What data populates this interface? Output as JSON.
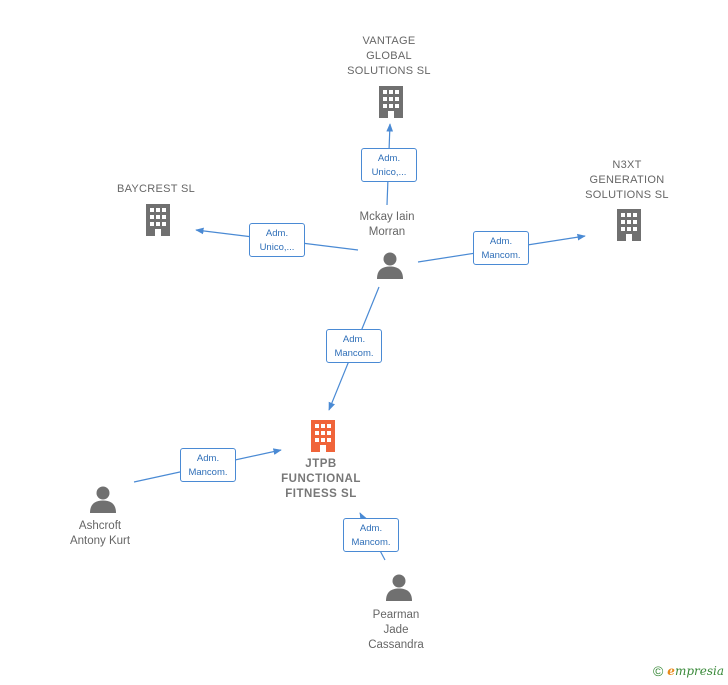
{
  "nodes": {
    "vantage": {
      "label": "VANTAGE\nGLOBAL\nSOLUTIONS  SL",
      "kind": "company"
    },
    "baycrest": {
      "label": "BAYCREST  SL",
      "kind": "company"
    },
    "n3xt": {
      "label": "N3XT\nGENERATION\nSOLUTIONS  SL",
      "kind": "company"
    },
    "mckay": {
      "label": "Mckay Iain\nMorran",
      "kind": "person"
    },
    "jtpb": {
      "label": "JTPB\nFUNCTIONAL\nFITNESS  SL",
      "kind": "company-main"
    },
    "ashcroft": {
      "label": "Ashcroft\nAntony Kurt",
      "kind": "person"
    },
    "pearman": {
      "label": "Pearman\nJade\nCassandra",
      "kind": "person"
    }
  },
  "edges": {
    "e1": {
      "label": "Adm.\nUnico,..."
    },
    "e2": {
      "label": "Adm.\nUnico,..."
    },
    "e3": {
      "label": "Adm.\nMancom."
    },
    "e4": {
      "label": "Adm.\nMancom."
    },
    "e5": {
      "label": "Adm.\nMancom."
    },
    "e6": {
      "label": "Adm.\nMancom."
    }
  },
  "colors": {
    "edge": "#4a8ad4",
    "company_icon": "#707070",
    "main_company_icon": "#f0643a",
    "person_icon": "#707070"
  },
  "footer": {
    "copyright": "©",
    "brand_e": "e",
    "brand_rest": "mpresia"
  }
}
